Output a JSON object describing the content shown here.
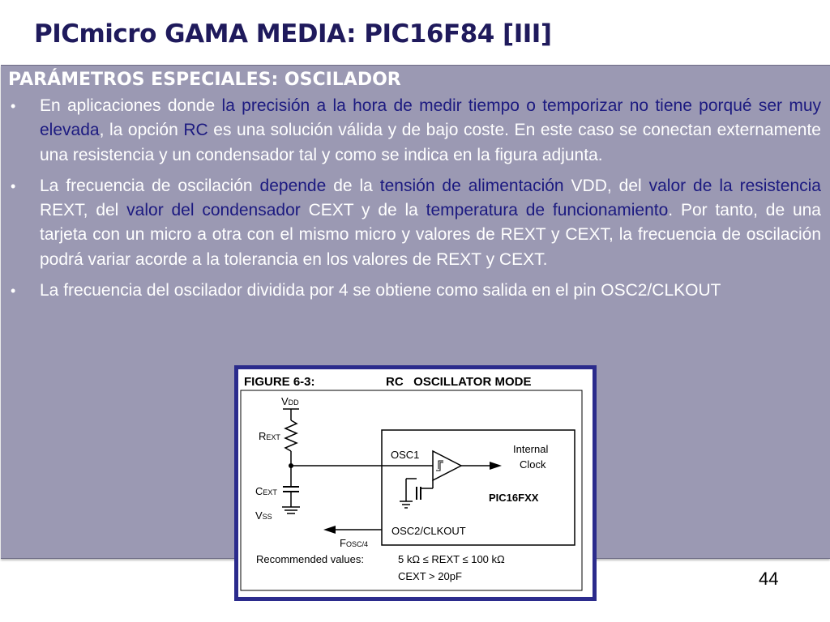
{
  "slide": {
    "title": "PICmicro GAMA MEDIA: PIC16F84 [III]",
    "heading": "PARÁMETROS ESPECIALES: OSCILADOR",
    "page_number": "44"
  },
  "bullets": [
    [
      {
        "t": "En aplicaciones donde ",
        "hl": false
      },
      {
        "t": "la precisión a la hora de medir tiempo o temporizar no tiene porqué ser muy elevada",
        "hl": true
      },
      {
        "t": ", la opción ",
        "hl": false
      },
      {
        "t": "RC",
        "hl": true
      },
      {
        "t": " es una solución válida y de bajo coste. En este caso se conectan externamente una resistencia y un condensador tal y como se indica en la figura adjunta.",
        "hl": false
      }
    ],
    [
      {
        "t": "La frecuencia de oscilación ",
        "hl": false
      },
      {
        "t": "depende",
        "hl": true
      },
      {
        "t": " de la ",
        "hl": false
      },
      {
        "t": "tensión de alimentación",
        "hl": true
      },
      {
        "t": " VDD, del ",
        "hl": false
      },
      {
        "t": "valor de la resistencia",
        "hl": true
      },
      {
        "t": " REXT, del ",
        "hl": false
      },
      {
        "t": "valor del condensador",
        "hl": true
      },
      {
        "t": " CEXT y de la ",
        "hl": false
      },
      {
        "t": "temperatura de funcionamiento",
        "hl": true
      },
      {
        "t": ". Por tanto, de una tarjeta con un micro a otra con el mismo micro y valores de REXT y CEXT, la frecuencia de oscilación podrá variar acorde a la tolerancia en los valores de REXT y CEXT.",
        "hl": false
      }
    ],
    [
      {
        "t": "La frecuencia del oscilador dividida por 4 se obtiene como salida en el pin OSC2/CLKOUT",
        "hl": false
      }
    ]
  ],
  "figure": {
    "caption_num": "FIGURE 6-3:",
    "caption_title": "RC   OSCILLATOR MODE",
    "vdd_main": "V",
    "vdd_sub": "DD",
    "rext_main": "R",
    "rext_sub": "EXT",
    "cext_main": "C",
    "cext_sub": "EXT",
    "vss_main": "V",
    "vss_sub": "SS",
    "osc1": "OSC1",
    "internal_1": "Internal",
    "internal_2": "Clock",
    "chip": "PIC16FXX",
    "osc2": "OSC2/CLKOUT",
    "fosc_main": "F",
    "fosc_sub": "OSC/4",
    "rec_label": "Recommended values:",
    "rec_line1": "5 kΩ ≤ REXT ≤ 100 kΩ",
    "rec_line2": "CEXT > 20pF"
  },
  "colors": {
    "title": "#1f1a5c",
    "panel": "#9b99b3",
    "highlight": "#1c1a80",
    "figure_border": "#2b2b8c"
  }
}
